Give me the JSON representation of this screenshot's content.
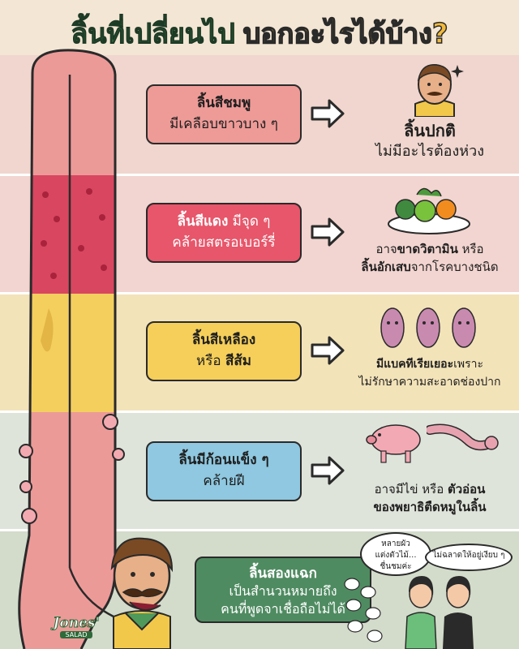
{
  "title": {
    "part1": "ลิ้นที่เปลี่ยนไป",
    "part2": "บอกอะไรได้บ้าง?"
  },
  "rows": [
    {
      "box_line1": "ลิ้นสีชมพู",
      "box_line2": "มีเคลือบขาวบาง ๆ",
      "result_line1": "ลิ้นปกติ",
      "result_line2": "ไม่มีอะไรต้องห่วง"
    },
    {
      "box_line1a": "ลิ้นสีแดง",
      "box_line1b": " มีจุด ๆ",
      "box_line2": "คล้ายสตรอเบอร์รี่",
      "result_line1a": "อาจ",
      "result_line1b": "ขาดวิตามิน",
      "result_line1c": " หรือ",
      "result_line2a": "ลิ้นอักเสบ",
      "result_line2b": "จากโรคบางชนิด"
    },
    {
      "box_line1": "ลิ้นสีเหลือง",
      "box_line2a": "หรือ ",
      "box_line2b": "สีส้ม",
      "result_line1a": "มีแบคทีเรียเยอะ",
      "result_line1b": "เพราะ",
      "result_line2": "ไม่รักษาความสะอาดช่องปาก"
    },
    {
      "box_line1": "ลิ้นมีก้อนแข็ง ๆ",
      "box_line2": "คล้ายฝี",
      "result_line1a": "อาจมีไข่",
      "result_line1b": " หรือ ",
      "result_line1c": "ตัวอ่อน",
      "result_line2": "ของพยาธิตืดหมูในลิ้น"
    },
    {
      "box_line1": "ลิ้นสองแฉก",
      "box_line2": "เป็นสำนวนหมายถึง",
      "box_line3": "คนที่พูดจาเชื่อถือไม่ได้"
    }
  ],
  "bubbles": {
    "left_line1": "หลายผัว",
    "left_line2": "แต่งตัวไม้...",
    "left_line3": "ชื่นชมค่ะ",
    "right": "ไม่ฉลาดให้อยู่เงียบ ๆ"
  },
  "logo": {
    "name": "Jones'",
    "sub": "SALAD"
  },
  "colors": {
    "tongue_pink": "#ec9a98",
    "tongue_red": "#d94660",
    "tongue_yellow": "#f4cf5e",
    "title_green": "#2f5f3a",
    "title_yellow": "#f1b93a"
  },
  "icons": [
    "arrow-right-icon",
    "man-character",
    "fruit-plate-icon",
    "bacteria-icon",
    "pig-icon",
    "worm-icon",
    "women-characters",
    "chicken-flock"
  ]
}
